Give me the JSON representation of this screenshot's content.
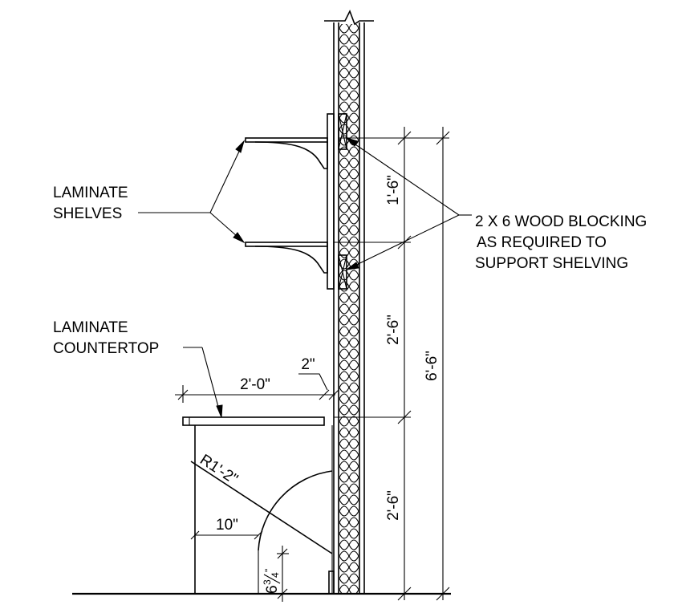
{
  "labels": {
    "laminate_shelves_1": "LAMINATE",
    "laminate_shelves_2": "SHELVES",
    "laminate_countertop_1": "LAMINATE",
    "laminate_countertop_2": "COUNTERTOP",
    "blocking_1": "2 X 6 WOOD BLOCKING",
    "blocking_2": "AS REQUIRED TO",
    "blocking_3": "SUPPORT SHELVING"
  },
  "dimensions": {
    "shelf_spacing": "1'-6\"",
    "shelf_to_counter": "2'-6\"",
    "counter_height": "2'-6\"",
    "overall_height": "6'-6\"",
    "counter_depth": "2'-0\"",
    "wall_gap": "2\"",
    "radius": "R1'-2\"",
    "leg_offset": "10\"",
    "toe_height_whole": "6",
    "toe_height_num": "3",
    "toe_height_den": "4",
    "toe_height_unit": "\""
  }
}
